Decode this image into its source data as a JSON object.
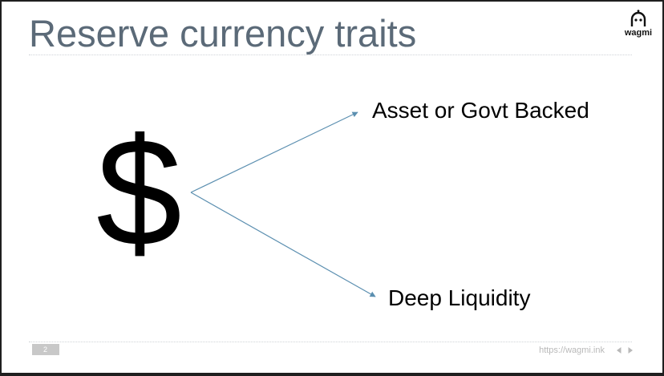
{
  "slide": {
    "title": "Reserve currency traits",
    "symbol": "$",
    "branches": [
      "Asset or Govt Backed",
      "Deep Liquidity"
    ],
    "logo_text": "wagmi",
    "page_number": "2",
    "footer_url": "https://wagmi.ink"
  },
  "colors": {
    "title": "#5b6a78",
    "arrow": "#5b8fb0",
    "footer_text": "#b9b9b9",
    "page_badge": "#c8c8c8"
  },
  "icons": {
    "logo": "robot-head-icon",
    "prev": "triangle-left-icon",
    "next": "triangle-right-icon"
  }
}
